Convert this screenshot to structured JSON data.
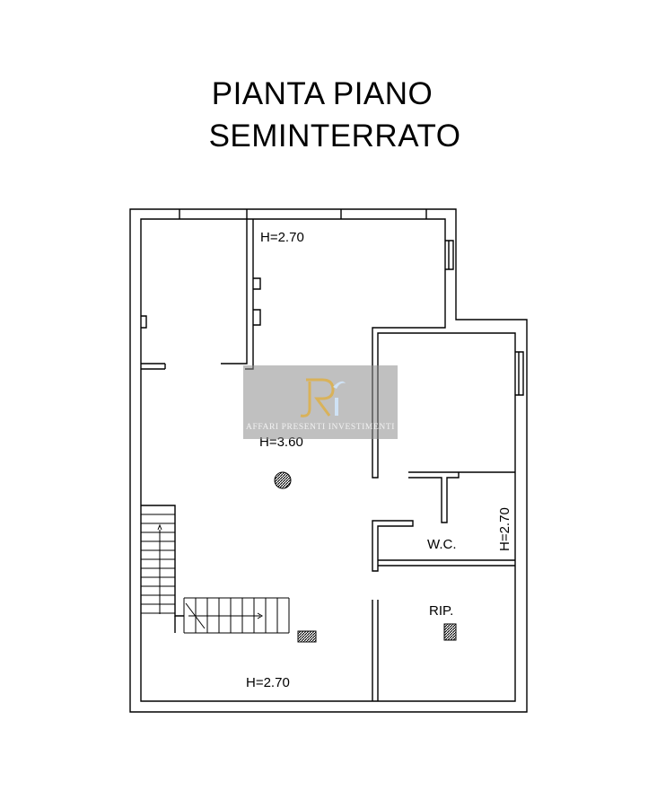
{
  "title": {
    "line1": "PIANTA PIANO",
    "line2": "SEMINTERRATO"
  },
  "rooms": {
    "height_top": "H=2.70",
    "height_main": "H=3.60",
    "height_bottom": "H=2.70",
    "height_wc": "H=2.70",
    "wc": "W.C.",
    "rip": "RIP."
  },
  "watermark": {
    "logo_text": "Ri",
    "company": "AFFARI PRESENTI INVESTIMENTI",
    "colors": {
      "logo_gold": "#d9b25a",
      "logo_blue": "#cfe2f5",
      "overlay": "#8c8c8c"
    }
  },
  "colors": {
    "wall": "#000000",
    "background": "#ffffff"
  }
}
